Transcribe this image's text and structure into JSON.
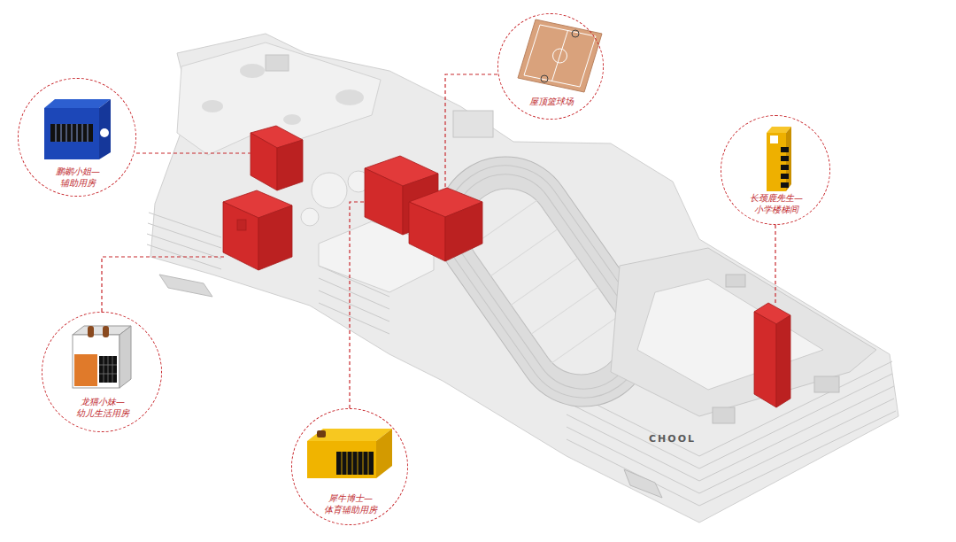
{
  "diagram": {
    "nodes": [
      {
        "text": [
          "屋顶篮球场"
        ]
      },
      {
        "text": [
          "鹏鹕小姐— 辅助用房"
        ]
      },
      {
        "text": [
          "长颈鹿先生— 小学楼梯间"
        ]
      },
      {
        "text": [
          "龙猫小妹— 幼儿生活用房"
        ]
      },
      {
        "text": [
          "犀牛博士— 体育辅助用房"
        ]
      }
    ],
    "labels": [
      "CHOOL"
    ]
  }
}
